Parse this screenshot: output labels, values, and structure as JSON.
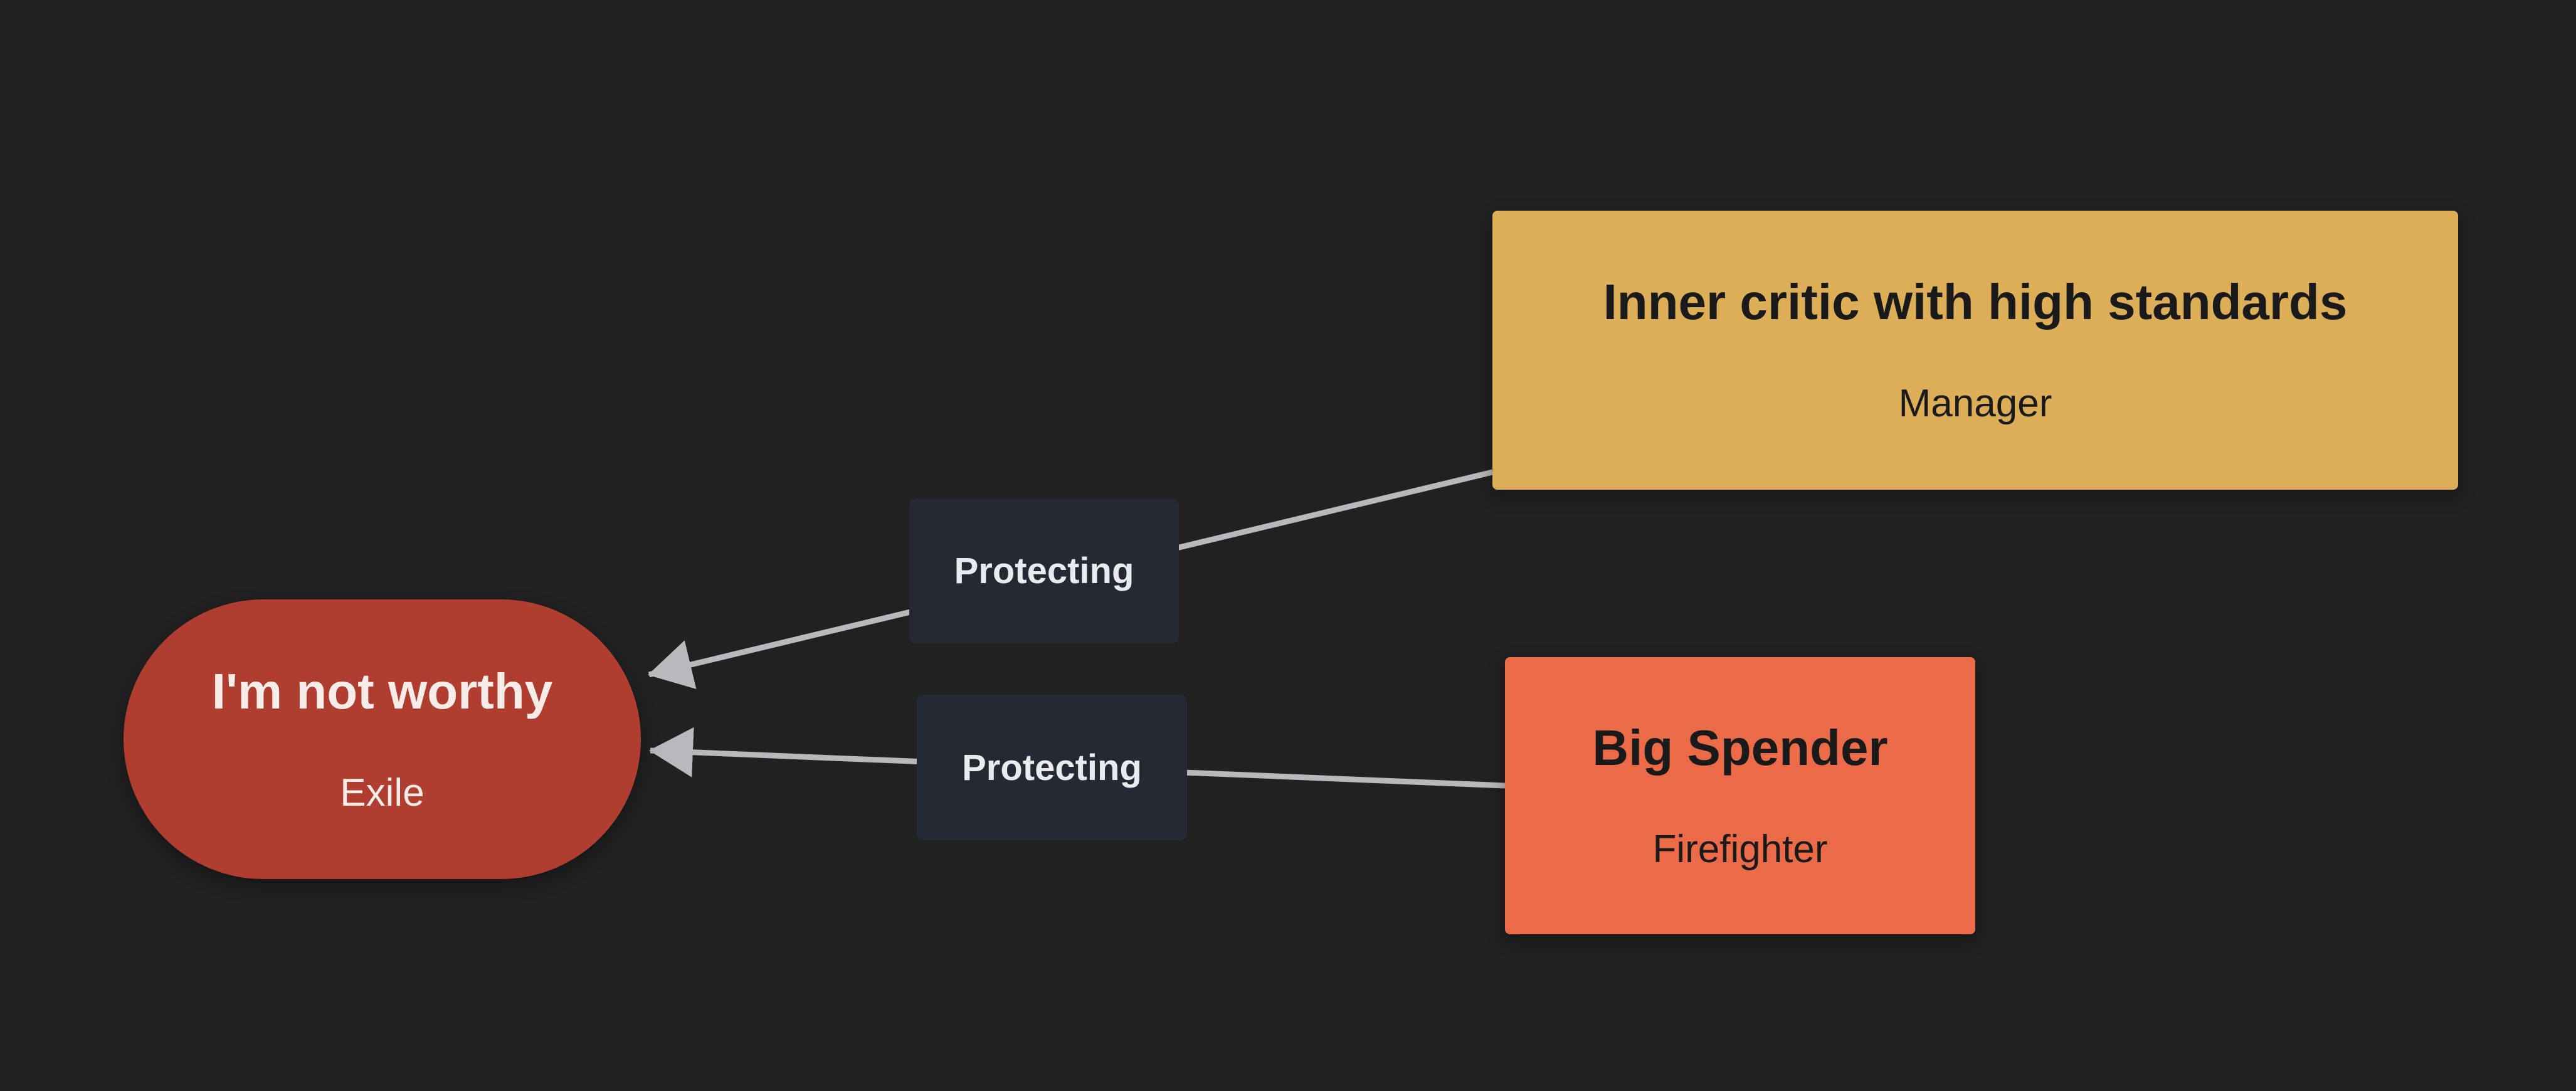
{
  "diagram": {
    "background_color": "#212121",
    "arrow_color": "#b9b9bd"
  },
  "nodes": [
    {
      "title": "I'm not worthy",
      "subtitle": "Exile",
      "shape": "pill",
      "color": "#af3e30",
      "text_color": "#f8ece8"
    },
    {
      "title": "Inner critic with high standards",
      "subtitle": "Manager",
      "shape": "rectangle",
      "color": "#dcae58",
      "text_color": "#1a1a1a"
    },
    {
      "title": "Big Spender",
      "subtitle": "Firefighter",
      "shape": "rectangle",
      "color": "#eb6b48",
      "text_color": "#1a1a1a"
    }
  ],
  "edges": [
    {
      "label": "Protecting",
      "from": "Inner critic with high standards",
      "to": "I'm not worthy",
      "label_bg": "#242933",
      "label_text_color": "#e9ebef"
    },
    {
      "label": "Protecting",
      "from": "Big Spender",
      "to": "I'm not worthy",
      "label_bg": "#242933",
      "label_text_color": "#e9ebef"
    }
  ]
}
